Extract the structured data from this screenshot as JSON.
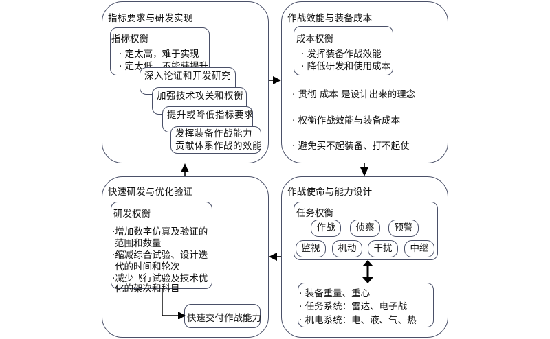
{
  "panels": {
    "top_left": {
      "title": "指标要求与研发实现",
      "box": {
        "title": "指标权衡",
        "items": [
          "· 定太高，难于实现",
          "· 定太低，不能获提升"
        ]
      },
      "steps": [
        "深入论证和开发研究",
        "加强技术攻关和权衡",
        "提升或降低指标要求",
        "发挥装备作战能力",
        "贡献体系作战的效能"
      ]
    },
    "top_right": {
      "title": "作战效能与装备成本",
      "box": {
        "title": "成本权衡",
        "items": [
          "· 发挥装备作战效能",
          "· 降低研发和使用成本"
        ]
      },
      "bullets": [
        "· 贯彻 成本 是设计出来的理念",
        "· 权衡作战效能与装备成本",
        "· 避免买不起装备、打不起仗"
      ]
    },
    "bottom_right": {
      "title": "作战使命与能力设计",
      "box": {
        "title": "任务权衡",
        "tasks_row1": [
          "作战",
          "侦察",
          "预警"
        ],
        "tasks_row2": [
          "监视",
          "机动",
          "干扰",
          "中继"
        ]
      },
      "details": [
        "· 装备重量、重心",
        "· 任务系统：雷达、电子战",
        "· 机电系统：电、液、气、热"
      ]
    },
    "bottom_left": {
      "title": "快速研发与优化验证",
      "box": {
        "title": "研发权衡",
        "lines": [
          "·增加数字仿真及验证的",
          "范围和数量",
          "·缩减综合试验、设计迭",
          "代的时间和轮次",
          "·减少飞行试验及技术优",
          "化的架次和科目"
        ]
      },
      "result": "快速交付作战能力"
    }
  },
  "colors": {
    "border": "#4a5068",
    "arrow": "#000000"
  }
}
